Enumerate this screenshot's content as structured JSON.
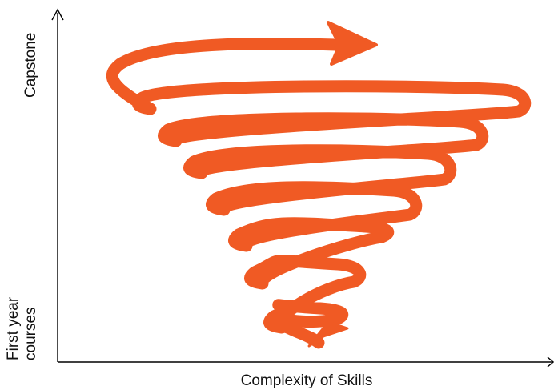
{
  "diagram": {
    "x_axis_label": "Complexity of Skills",
    "y_axis_top_label": "Capstone",
    "y_axis_bottom_label_line1": "First year",
    "y_axis_bottom_label_line2": "courses",
    "spiral_color": "#f05a24",
    "axis_color": "#000000",
    "spiral_direction": "upward, widening from bottom to top",
    "arrowhead": "right-pointing at top of spiral"
  }
}
